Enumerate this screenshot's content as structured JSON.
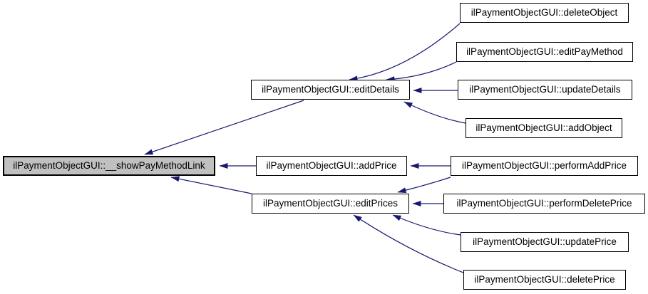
{
  "diagram": {
    "type": "caller-graph",
    "colors": {
      "edge": "#191970",
      "node_border": "#000000",
      "node_fill": "#ffffff",
      "current_node_fill": "#c0c0c0",
      "background": "#ffffff"
    },
    "nodes": [
      {
        "id": "showPayMethodLink",
        "label": "ilPaymentObjectGUI::__showPayMethodLink",
        "current": true
      },
      {
        "id": "editDetails",
        "label": "ilPaymentObjectGUI::editDetails",
        "current": false
      },
      {
        "id": "addPrice",
        "label": "ilPaymentObjectGUI::addPrice",
        "current": false
      },
      {
        "id": "editPrices",
        "label": "ilPaymentObjectGUI::editPrices",
        "current": false
      },
      {
        "id": "deleteObject",
        "label": "ilPaymentObjectGUI::deleteObject",
        "current": false
      },
      {
        "id": "editPayMethod",
        "label": "ilPaymentObjectGUI::editPayMethod",
        "current": false
      },
      {
        "id": "updateDetails",
        "label": "ilPaymentObjectGUI::updateDetails",
        "current": false
      },
      {
        "id": "addObject",
        "label": "ilPaymentObjectGUI::addObject",
        "current": false
      },
      {
        "id": "performAddPrice",
        "label": "ilPaymentObjectGUI::performAddPrice",
        "current": false
      },
      {
        "id": "performDeletePrice",
        "label": "ilPaymentObjectGUI::performDeletePrice",
        "current": false
      },
      {
        "id": "updatePrice",
        "label": "ilPaymentObjectGUI::updatePrice",
        "current": false
      },
      {
        "id": "deletePrice",
        "label": "ilPaymentObjectGUI::deletePrice",
        "current": false
      }
    ],
    "edges": [
      {
        "from": "editDetails",
        "to": "showPayMethodLink"
      },
      {
        "from": "addPrice",
        "to": "showPayMethodLink"
      },
      {
        "from": "editPrices",
        "to": "showPayMethodLink"
      },
      {
        "from": "deleteObject",
        "to": "editDetails"
      },
      {
        "from": "editPayMethod",
        "to": "editDetails"
      },
      {
        "from": "updateDetails",
        "to": "editDetails"
      },
      {
        "from": "addObject",
        "to": "editDetails"
      },
      {
        "from": "performAddPrice",
        "to": "addPrice"
      },
      {
        "from": "performAddPrice",
        "to": "editPrices"
      },
      {
        "from": "performDeletePrice",
        "to": "editPrices"
      },
      {
        "from": "updatePrice",
        "to": "editPrices"
      },
      {
        "from": "deletePrice",
        "to": "editPrices"
      }
    ]
  }
}
